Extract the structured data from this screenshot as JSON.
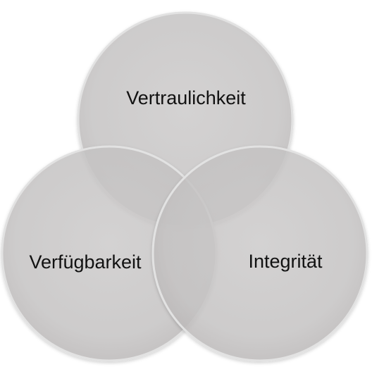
{
  "diagram": {
    "circles": [
      {
        "id": "top",
        "label": "Vertraulichkeit"
      },
      {
        "id": "left",
        "label": "Verfügbarkeit"
      },
      {
        "id": "right",
        "label": "Integrität"
      }
    ]
  },
  "colors": {
    "circle_fill": "#c9c7c7",
    "circle_edge": "#e2e2e2",
    "overlap_tone": "#9e9a99",
    "label_text": "#111111"
  }
}
